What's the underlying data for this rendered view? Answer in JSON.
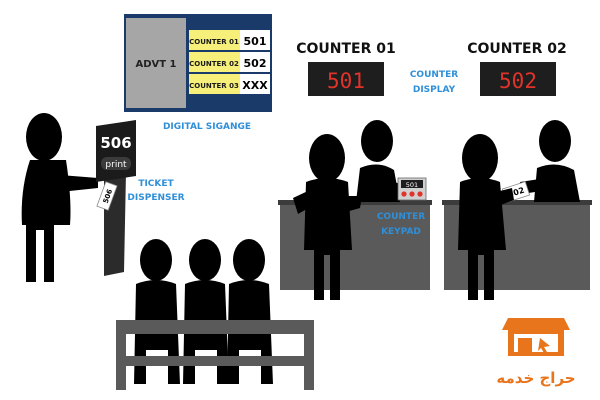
{
  "signage": {
    "advt": "ADVT 1",
    "rows": [
      {
        "counter": "COUNTER 01",
        "number": "501"
      },
      {
        "counter": "COUNTER 02",
        "number": "502"
      },
      {
        "counter": "COUNTER 03",
        "number": "XXX"
      }
    ],
    "caption": "DIGITAL SIGANGE"
  },
  "counter_displays": [
    {
      "title": "COUNTER 01",
      "number": "501"
    },
    {
      "title": "COUNTER 02",
      "number": "502"
    }
  ],
  "counter_display_label": {
    "line1": "COUNTER",
    "line2": "DISPLAY"
  },
  "dispenser": {
    "screen_number": "506",
    "print_label": "print",
    "ticket_number": "506",
    "label_line1": "TICKET",
    "label_line2": "DISPENSER"
  },
  "keypad": {
    "number": "501",
    "label_line1": "COUNTER",
    "label_line2": "KEYPAD"
  },
  "handed_ticket": {
    "number": "502"
  },
  "logo": {
    "text": "حراج خدمه"
  },
  "colors": {
    "accent_blue": "#2f8fd8",
    "led_red": "#e0332a",
    "signage_yellow": "#f6f07a",
    "signage_bezel": "#1a3a6a",
    "signage_panel": "#a6a6a6",
    "counter_gray": "#5a5a5a",
    "logo_orange": "#e8741c"
  }
}
